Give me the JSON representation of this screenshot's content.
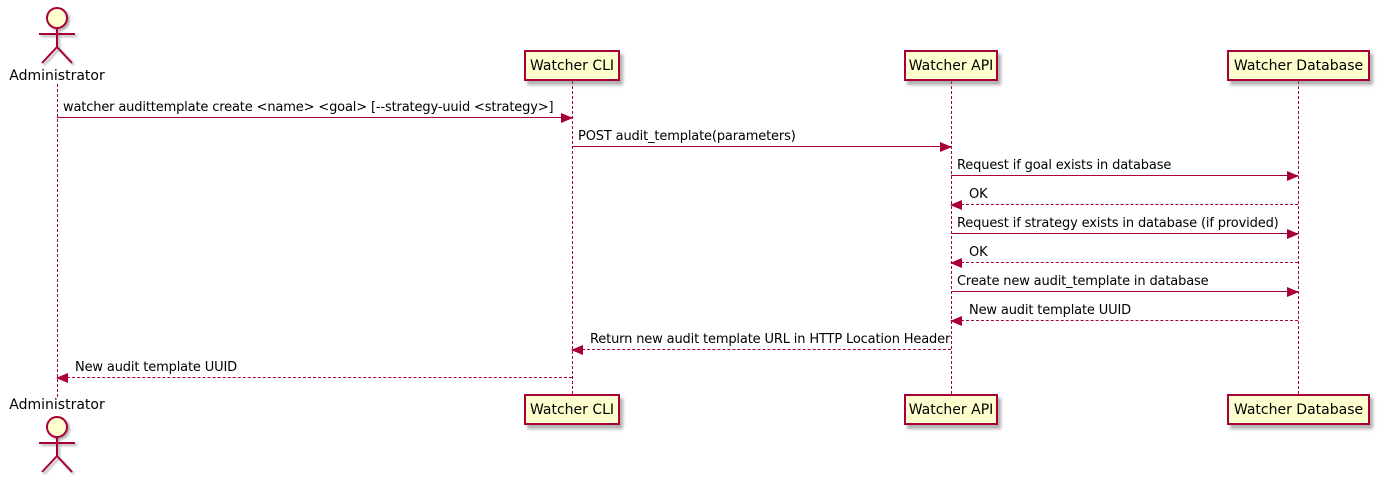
{
  "diagram_type": "uml-sequence",
  "colors": {
    "line": "#A80036",
    "participant_fill": "#FEFECE",
    "text": "#000000",
    "background": "#FFFFFF"
  },
  "actor": {
    "name": "Administrator"
  },
  "participants": [
    {
      "label": "Watcher CLI"
    },
    {
      "label": "Watcher API"
    },
    {
      "label": "Watcher Database"
    }
  ],
  "messages": [
    {
      "from": "Administrator",
      "to": "Watcher CLI",
      "style": "solid",
      "text": "watcher audittemplate create <name> <goal> [--strategy-uuid <strategy>]"
    },
    {
      "from": "Watcher CLI",
      "to": "Watcher API",
      "style": "solid",
      "text": "POST audit_template(parameters)"
    },
    {
      "from": "Watcher API",
      "to": "Watcher Database",
      "style": "solid",
      "text": "Request if goal exists in database"
    },
    {
      "from": "Watcher Database",
      "to": "Watcher API",
      "style": "dashed",
      "text": "OK"
    },
    {
      "from": "Watcher API",
      "to": "Watcher Database",
      "style": "solid",
      "text": "Request if strategy exists in database (if provided)"
    },
    {
      "from": "Watcher Database",
      "to": "Watcher API",
      "style": "dashed",
      "text": "OK"
    },
    {
      "from": "Watcher API",
      "to": "Watcher Database",
      "style": "solid",
      "text": "Create new audit_template in database"
    },
    {
      "from": "Watcher Database",
      "to": "Watcher API",
      "style": "dashed",
      "text": "New audit template UUID"
    },
    {
      "from": "Watcher API",
      "to": "Watcher CLI",
      "style": "dashed",
      "text": "Return new audit template URL in HTTP Location Header"
    },
    {
      "from": "Watcher CLI",
      "to": "Administrator",
      "style": "dashed",
      "text": "New audit template UUID"
    }
  ]
}
